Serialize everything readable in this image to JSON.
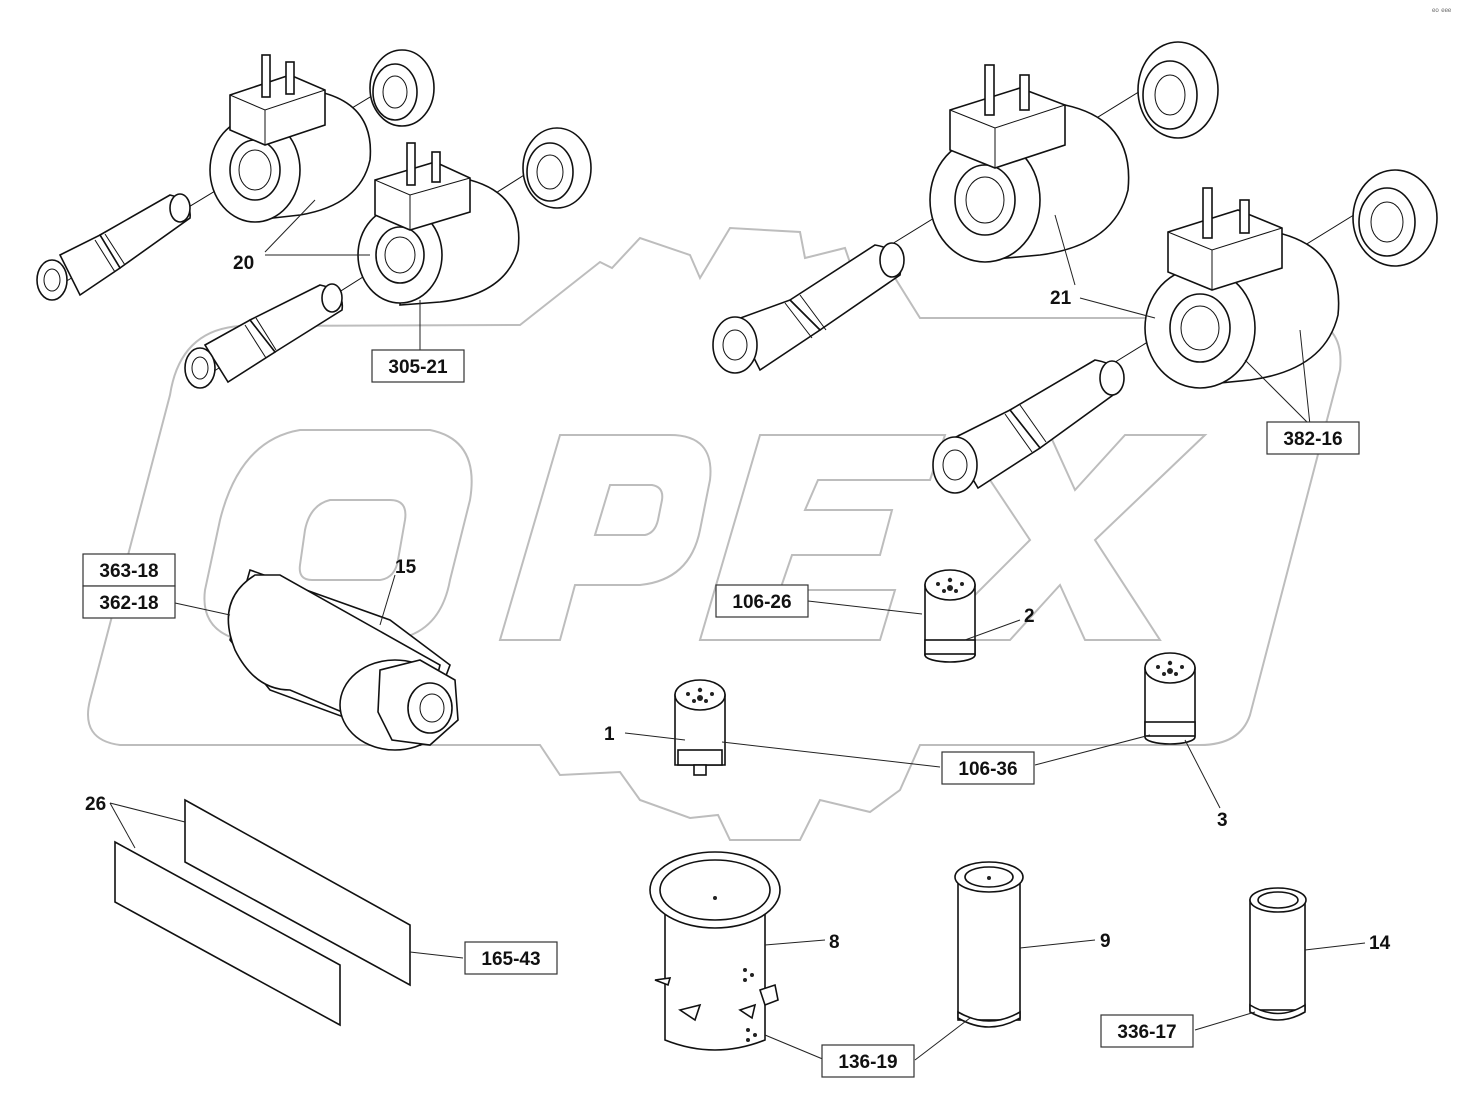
{
  "watermark": "OPEX",
  "corner_mark": "ᵉᵒ ᵉᵉᵉ",
  "callouts": {
    "c20": "20",
    "c21": "21",
    "c15": "15",
    "c2": "2",
    "c1": "1",
    "c3": "3",
    "c26": "26",
    "c8": "8",
    "c9": "9",
    "c14": "14"
  },
  "boxes": {
    "b305_21": "305-21",
    "b382_16": "382-16",
    "b363_18": "363-18",
    "b362_18": "362-18",
    "b106_26": "106-26",
    "b106_36": "106-36",
    "b165_43": "165-43",
    "b136_19": "136-19",
    "b336_17": "336-17"
  }
}
